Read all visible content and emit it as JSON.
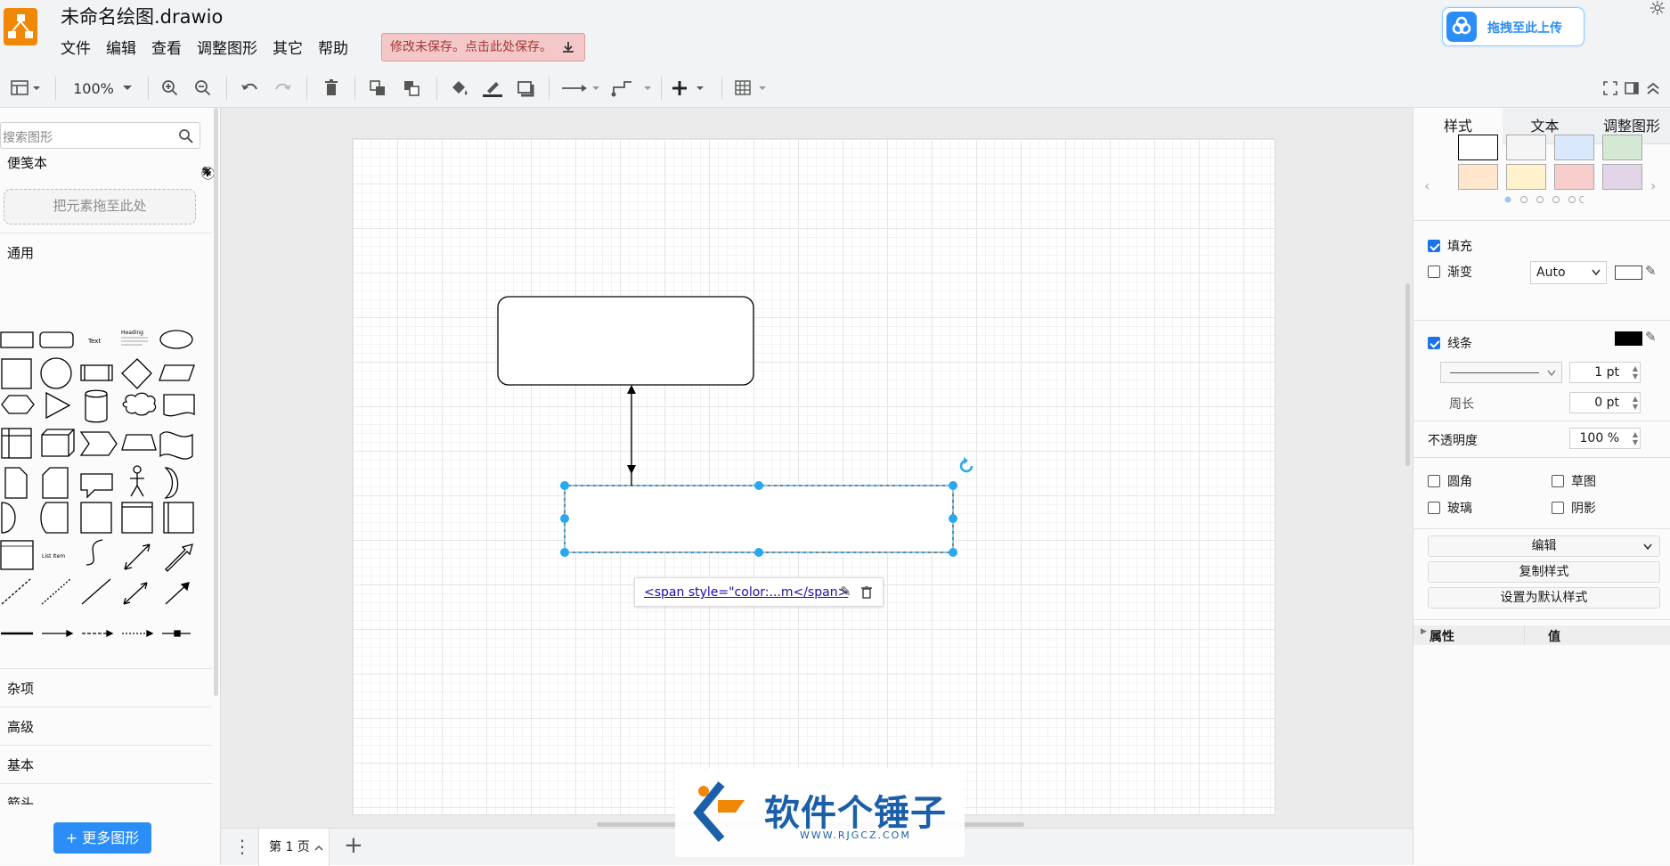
{
  "app": {
    "title": "未命名绘图.drawio",
    "menus": [
      "文件",
      "编辑",
      "查看",
      "调整图形",
      "其它",
      "帮助"
    ],
    "unsaved_notice": "修改未保存。点击此处保存。",
    "upload_button": "拖拽至此上传"
  },
  "toolbar": {
    "zoom": "100%",
    "icons": [
      "view-icon",
      "zoom-in-icon",
      "zoom-out-icon",
      "undo-icon",
      "redo-icon",
      "delete-icon",
      "to-front-icon",
      "to-back-icon",
      "fill-color-icon",
      "line-color-icon",
      "shadow-icon",
      "connection-icon",
      "waypoint-icon",
      "insert-icon",
      "table-icon",
      "fullscreen-icon",
      "format-panel-icon",
      "collapse-icon"
    ]
  },
  "sidebar": {
    "search_placeholder": "搜索图形",
    "scratchpad_title": "便笺本",
    "dropzone_text": "把元素拖至此处",
    "general_title": "通用",
    "shape_text_label": "Text",
    "shape_heading_label": "Heading",
    "shape_list_item_label": "List Item",
    "sections": [
      "杂项",
      "高级",
      "基本",
      "箭头"
    ],
    "more_shapes_button": "+ 更多图形"
  },
  "canvas": {
    "link_label": "<span style=\"color:...m</span>"
  },
  "bottombar": {
    "page_tab": "第 1 页"
  },
  "format_panel": {
    "tabs": [
      "样式",
      "文本",
      "调整图形"
    ],
    "swatch_colors": [
      "#ffffff",
      "#f5f5f5",
      "#dae8fc",
      "#d5e8d4",
      "#ffe6cc",
      "#fff2cc",
      "#f8cecc",
      "#e1d5e7"
    ],
    "fill": {
      "label": "填充",
      "checked": true,
      "mode": "Auto"
    },
    "gradient": {
      "label": "渐变",
      "checked": false
    },
    "line": {
      "label": "线条",
      "checked": true,
      "width": "1 pt"
    },
    "perimeter": {
      "label": "周长",
      "value": "0 pt"
    },
    "opacity": {
      "label": "不透明度",
      "value": "100 %"
    },
    "options": [
      {
        "label": "圆角",
        "checked": false
      },
      {
        "label": "草图",
        "checked": false
      },
      {
        "label": "玻璃",
        "checked": false
      },
      {
        "label": "阴影",
        "checked": false
      }
    ],
    "edit_button": "编辑",
    "copy_style_button": "复制样式",
    "set_default_button": "设置为默认样式",
    "properties_header": "属性",
    "value_header": "值"
  },
  "watermark": {
    "text": "软件个锤子",
    "url": "WWW.RJGCZ.COM"
  },
  "colors": {
    "accent": "#2b8ef7",
    "selection": "#29a8f0",
    "logo": "#f08705",
    "unsaved_bg": "#f4c8c8"
  }
}
